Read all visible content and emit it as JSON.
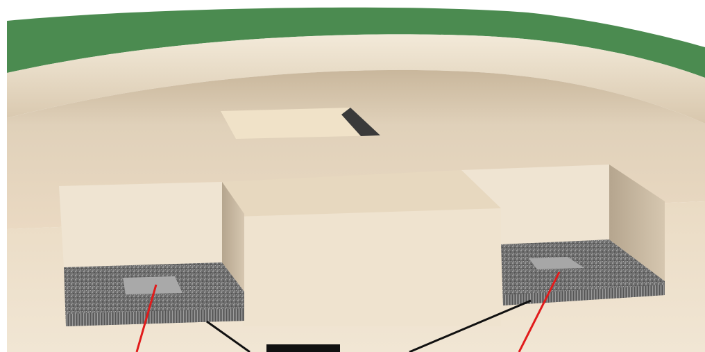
{
  "figure": {
    "description_free": true,
    "colors": {
      "background": "#ffffff",
      "cover_green": "#4a8a4e",
      "body_beige": "#e9dcc7",
      "body_shadow": "#cdbda6",
      "wall_light": "#efe4d2",
      "wall_dark": "#b8a994",
      "granular": "#6f6f6f",
      "pad_gray": "#a8a8a8",
      "leader_red": "#e11b1b",
      "leader_black": "#111111"
    },
    "elements": {
      "cover_layer": "green-top-layer",
      "body": "beige-substrate",
      "opening": "square-opening-top",
      "left_cavity": "left-recess-with-granular-fill",
      "right_cavity": "right-recess-with-granular-fill",
      "left_pad": "left-gray-pad",
      "right_pad": "right-gray-pad",
      "pointers": [
        "red-leader-left",
        "red-leader-right",
        "black-leader-left",
        "black-leader-right"
      ]
    }
  }
}
